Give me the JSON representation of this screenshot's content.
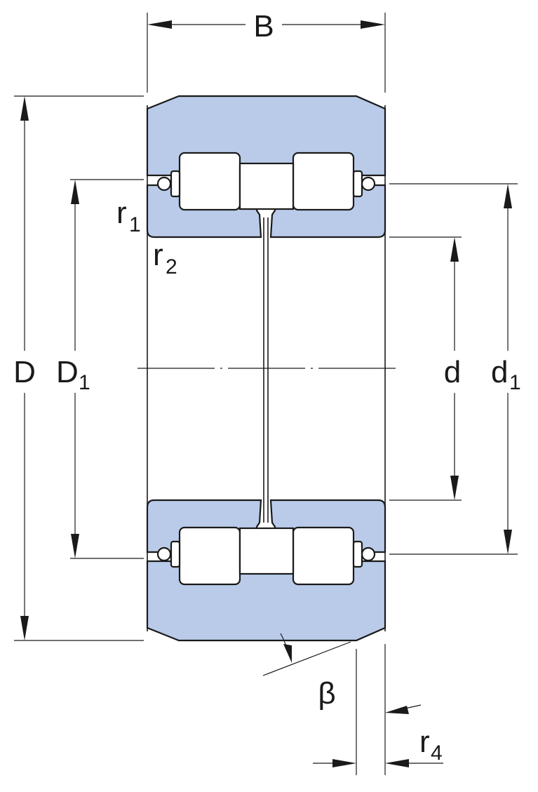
{
  "labels": {
    "B": "B",
    "D": "D",
    "D1_main": "D",
    "D1_sub": "1",
    "d": "d",
    "d1_main": "d",
    "d1_sub": "1",
    "r1_main": "r",
    "r1_sub": "1",
    "r2_main": "r",
    "r2_sub": "2",
    "r4_main": "r",
    "r4_sub": "4",
    "beta": "β"
  },
  "colors": {
    "ring_fill": "#b9cbe9",
    "line": "#1a1a1a",
    "background": "#ffffff"
  }
}
